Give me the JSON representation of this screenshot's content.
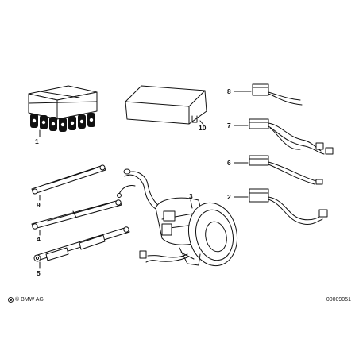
{
  "diagram": {
    "callouts": {
      "p1": "1",
      "p2": "2",
      "p3": "3",
      "p4": "4",
      "p5": "5",
      "p6": "6",
      "p7": "7",
      "p8": "8",
      "p9": "9",
      "p10": "10"
    },
    "icons": {
      "copyright": "copyright-symbol",
      "brand": "bmw-roundel-icon"
    }
  },
  "footer": {
    "copyright": "© BMW AG",
    "doc_number": "00009051"
  }
}
